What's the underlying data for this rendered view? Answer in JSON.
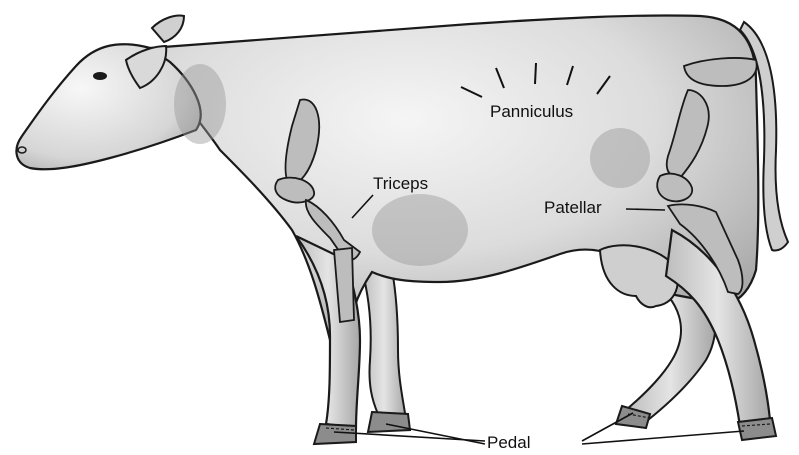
{
  "labels": {
    "panniculus": "Panniculus",
    "triceps": "Triceps",
    "patellar": "Patellar",
    "pedal": "Pedal"
  },
  "colors": {
    "body_fill": "#d4d4d4",
    "body_highlight": "#f2f2f2",
    "shadow": "#9a9a9a",
    "bone_fill": "#bdbdbd",
    "outline": "#1a1a1a",
    "hoof": "#8c8c8c"
  }
}
